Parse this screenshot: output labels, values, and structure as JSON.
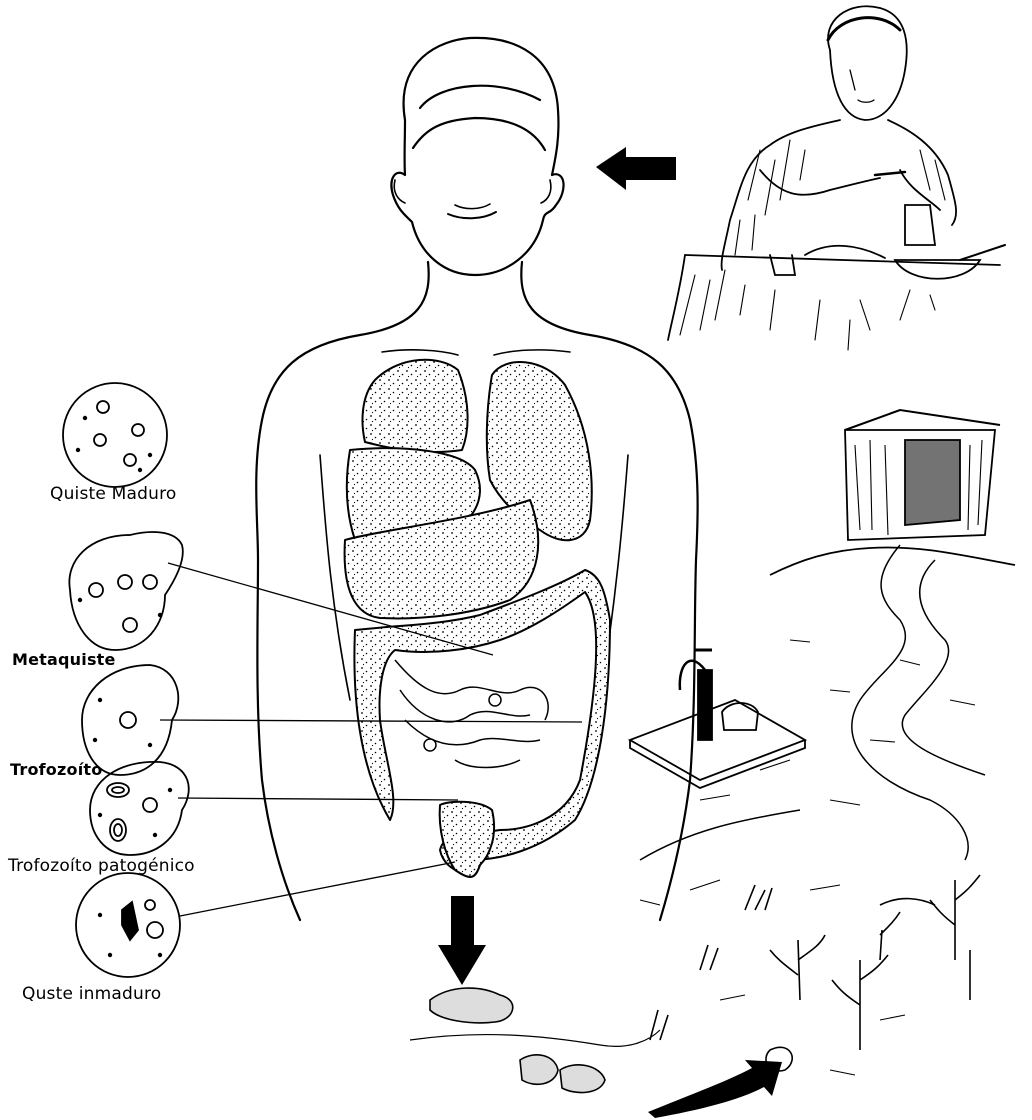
{
  "colors": {
    "ink": "#000000",
    "paper": "#ffffff",
    "organ_fill": "#ececec"
  },
  "labels": {
    "quiste_maduro": "Quiste Maduro",
    "metaquiste": "Metaquiste",
    "trofozoito": "Trofozoíto",
    "trofozoito_patogenico": "Trofozoíto patogénico",
    "quiste_inmaduro": "Quste inmaduro"
  },
  "icons": [
    "arrow-left-icon",
    "arrow-down-icon",
    "arrow-curved-icon"
  ]
}
